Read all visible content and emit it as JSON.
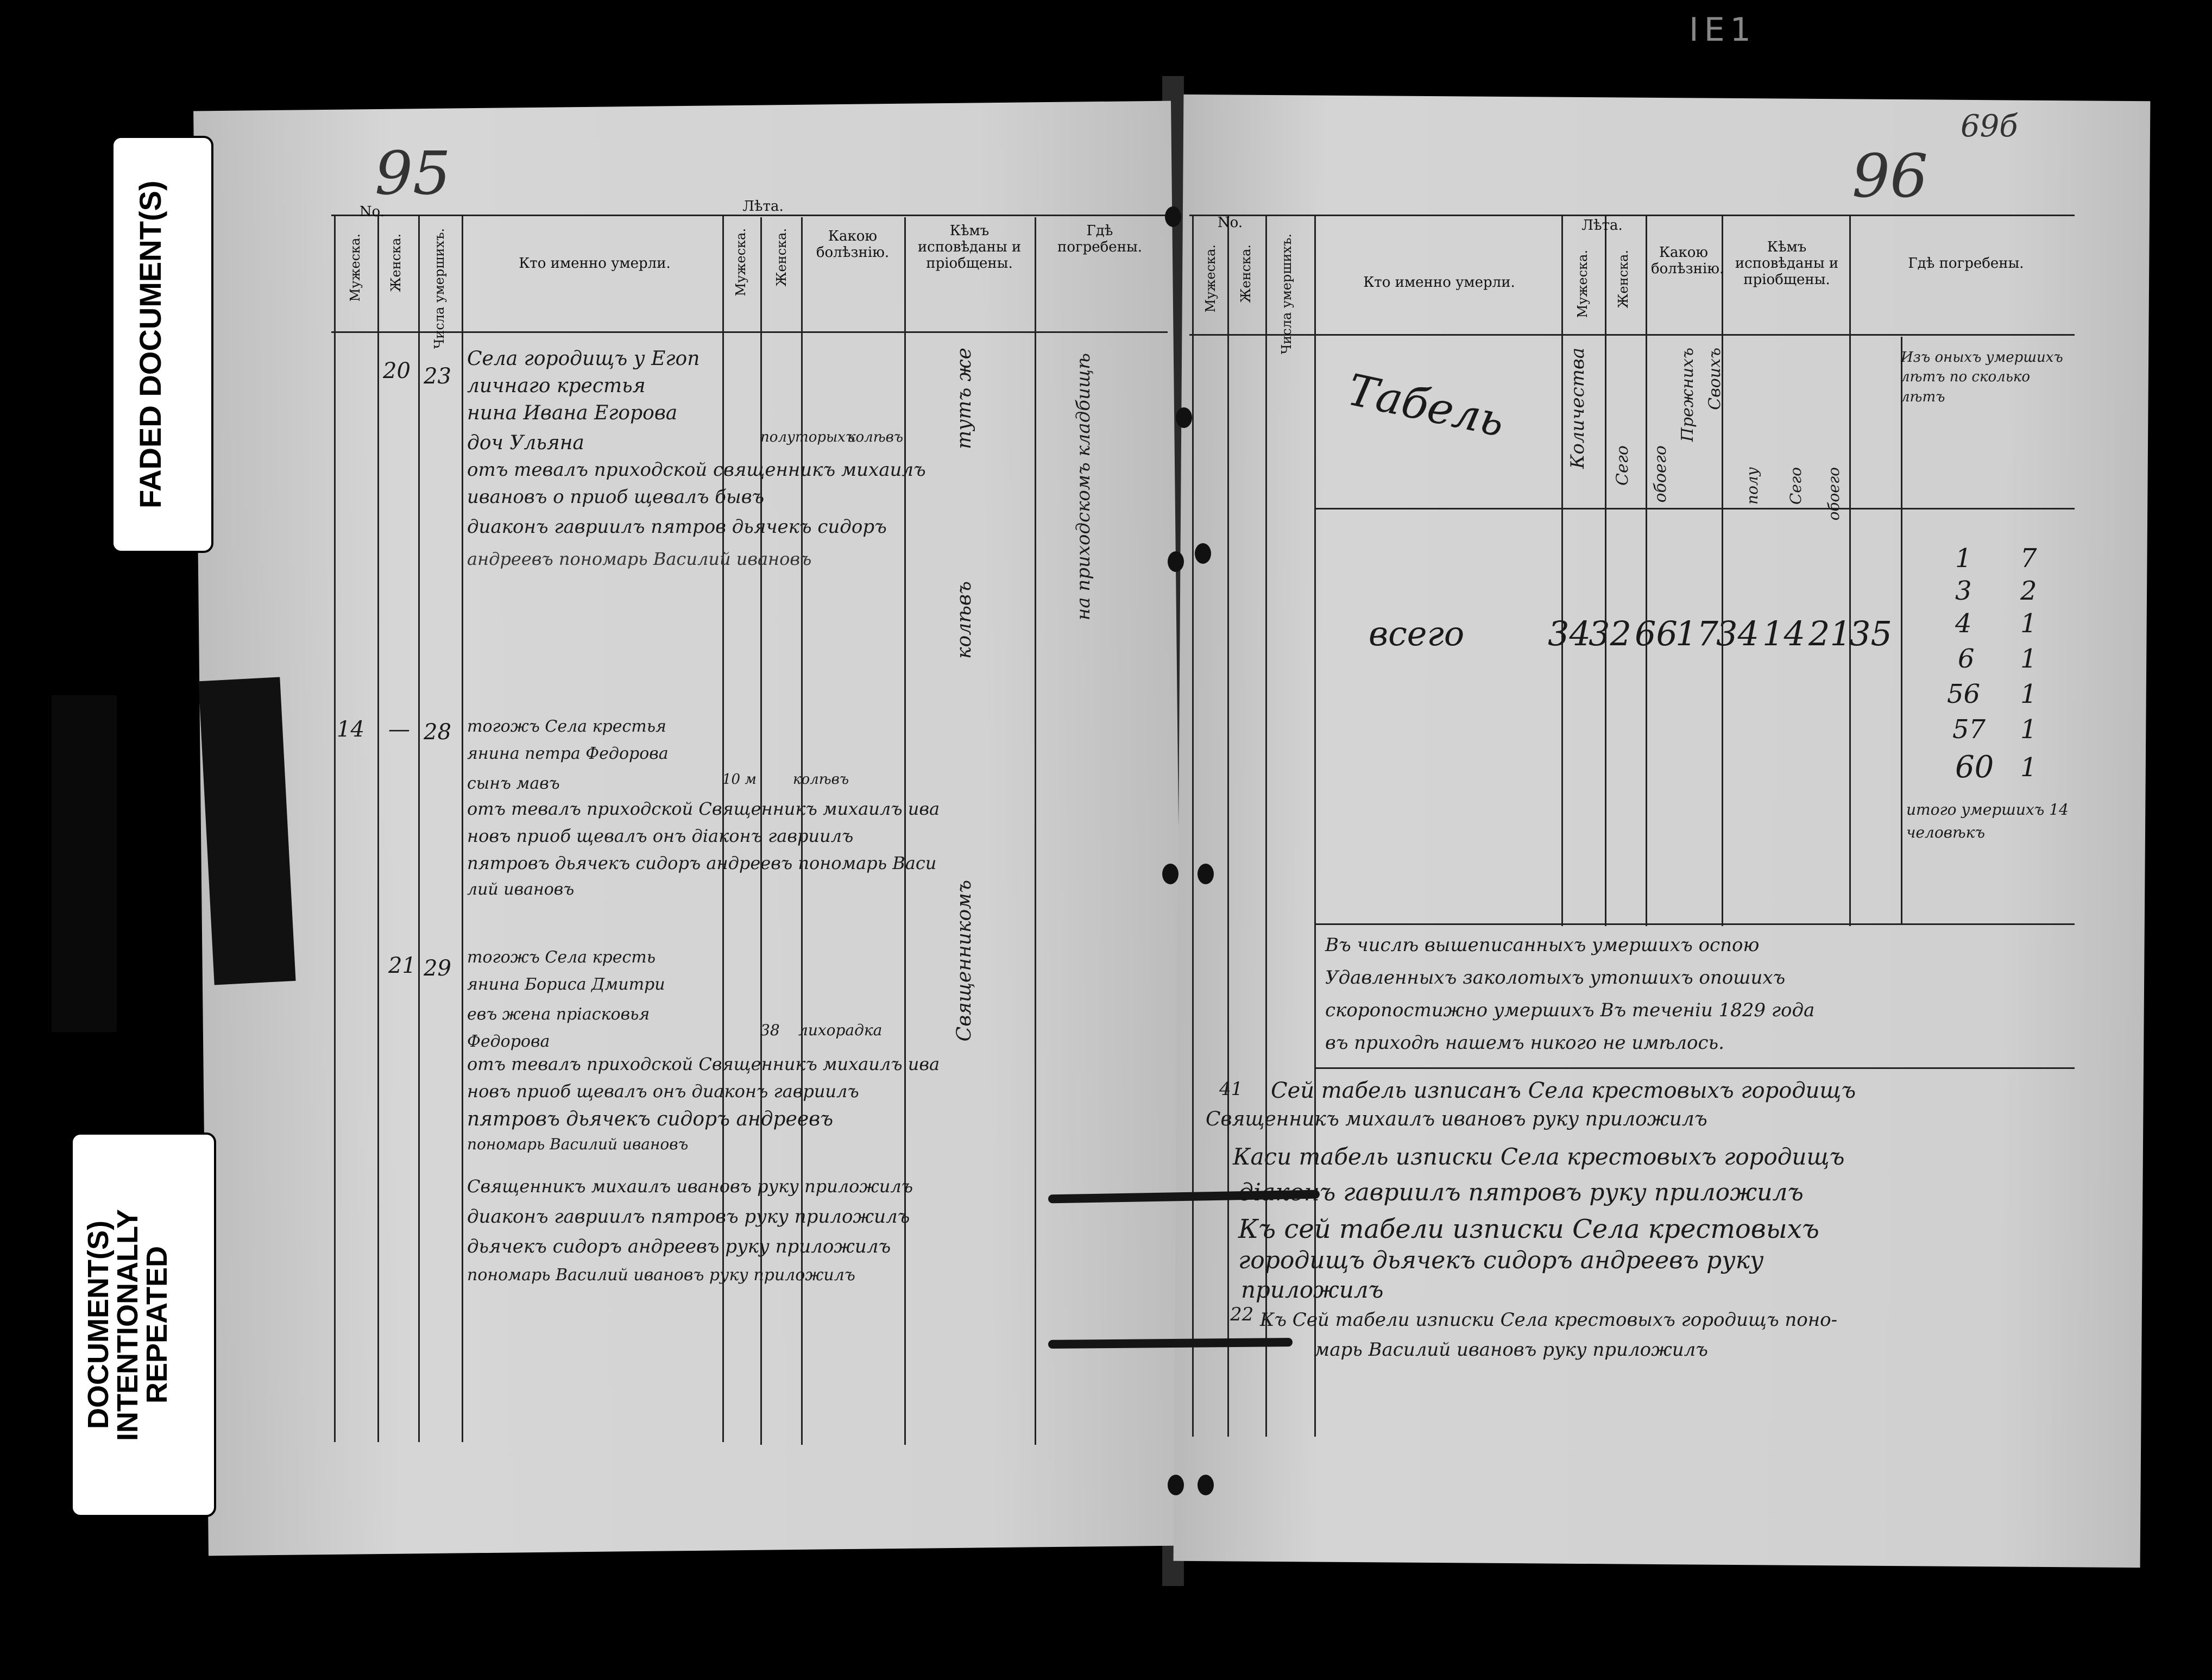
{
  "labels": {
    "faded": "FADED DOCUMENT(S)",
    "repeated": "DOCUMENT(S) INTENTIONALLY REPEATED"
  },
  "folio": {
    "left": "95",
    "right": "96",
    "corner": "69б",
    "top_stamp": "IE1"
  },
  "headers": {
    "no": "No.",
    "male": "Мужеска.",
    "female": "Женска.",
    "number_died": "Числа умершихъ.",
    "who_died": "Кто именно умерли.",
    "years": "Лѣта.",
    "disease": "Какою болѣзнію.",
    "confessed_by": "Кѣмъ исповѣданы и пріобщены.",
    "buried": "Гдѣ погребены."
  },
  "left_entries": [
    {
      "male": "",
      "female": "20",
      "date": "23",
      "lines": [
        "Села городищъ у Егоп",
        "личнаго крестья",
        "нина Ивана Егорова",
        "доч Ульяна",
        "отъ тевалъ приходской священникъ михаилъ",
        "ивановъ о приоб щевалъ бывъ",
        "диаконъ гавриилъ пятров дьячекъ сидоръ",
        "андреевъ пономарь Василий ивановъ"
      ],
      "age": "полуторыхъ",
      "disease": "колѣвъ"
    },
    {
      "male": "14",
      "female": "—",
      "date": "28",
      "lines": [
        "тогожъ Села крестья",
        "янина петра Федорова",
        "сынъ мавъ",
        "отъ тевалъ приходской Священникъ михаилъ ива",
        "новъ приоб щевалъ онъ діаконъ гавриилъ",
        "пятровъ дьячекъ сидоръ андреевъ пономарь Васи",
        "лий ивановъ"
      ],
      "age": "10 м",
      "disease": "колѣвъ"
    },
    {
      "male": "",
      "female": "21",
      "date": "29",
      "lines": [
        "тогожъ Села кресть",
        "янина Бориса Дмитри",
        "евъ жена пріасковья",
        "Федорова",
        "отъ тевалъ приходской Священникъ михаилъ ива",
        "новъ приоб щевалъ онъ диаконъ гавриилъ",
        "пятровъ дьячекъ сидоръ андреевъ",
        "пономарь Василий ивановъ"
      ],
      "age": "38",
      "disease": "лихорадка"
    }
  ],
  "left_signatures": [
    "Священникъ михаилъ ивановъ руку приложилъ",
    "диаконъ гавриилъ пятровъ руку приложилъ",
    "дьячекъ сидоръ андреевъ руку приложилъ",
    "пономарь Василий ивановъ руку приложилъ"
  ],
  "left_columns_vertical": [
    "тутъ же",
    "на приходскомъ кладбищѣ",
    "колѣвъ",
    "Священникомъ"
  ],
  "right_table": {
    "title": "Табель",
    "vertical_headers": [
      "Количества",
      "Сего",
      "обоего",
      "Прежнихъ",
      "Своихъ",
      "полу",
      "Сего",
      "обоего"
    ],
    "total_label": "всего",
    "totals": [
      "34",
      "32",
      "66",
      "17",
      "34",
      "14",
      "21",
      "35"
    ],
    "right_col_title": "Изъ оныхъ умершихъ лѣтъ по сколько лѣтъ",
    "age_rows": [
      {
        "age": "1",
        "count": "7"
      },
      {
        "age": "3",
        "count": "2"
      },
      {
        "age": "4",
        "count": "1"
      },
      {
        "age": "6",
        "count": "1"
      },
      {
        "age": "56",
        "count": "1"
      },
      {
        "age": "57",
        "count": "1"
      },
      {
        "age": "60",
        "count": "1"
      }
    ],
    "right_col_footer": "итого умершихъ 14 человѣкъ"
  },
  "right_notes": [
    "Въ числѣ вышеписанныхъ умершихъ оспою",
    "Удавленныхъ заколотыхъ утопшихъ опошихъ",
    "скоропостижно умершихъ Въ теченіи 1829 года",
    "въ приходѣ нашемъ никого не имѣлось."
  ],
  "right_signatures": [
    "Сей табель изписанъ Села крестовыхъ городищъ",
    "Священникъ михаилъ ивановъ руку приложилъ",
    "Каси табель изписки Села крестовыхъ городищъ",
    "діаконъ гавриилъ пятровъ руку приложилъ",
    "Къ сей табели изписки Села крестовыхъ",
    "городищъ дьячекъ сидоръ андреевъ руку",
    "приложилъ",
    "Къ Сей табели изписки Села крестовыхъ городищъ поно-",
    "марь Василий ивановъ руку приложилъ"
  ],
  "right_margin_marks": [
    "41",
    "22"
  ]
}
